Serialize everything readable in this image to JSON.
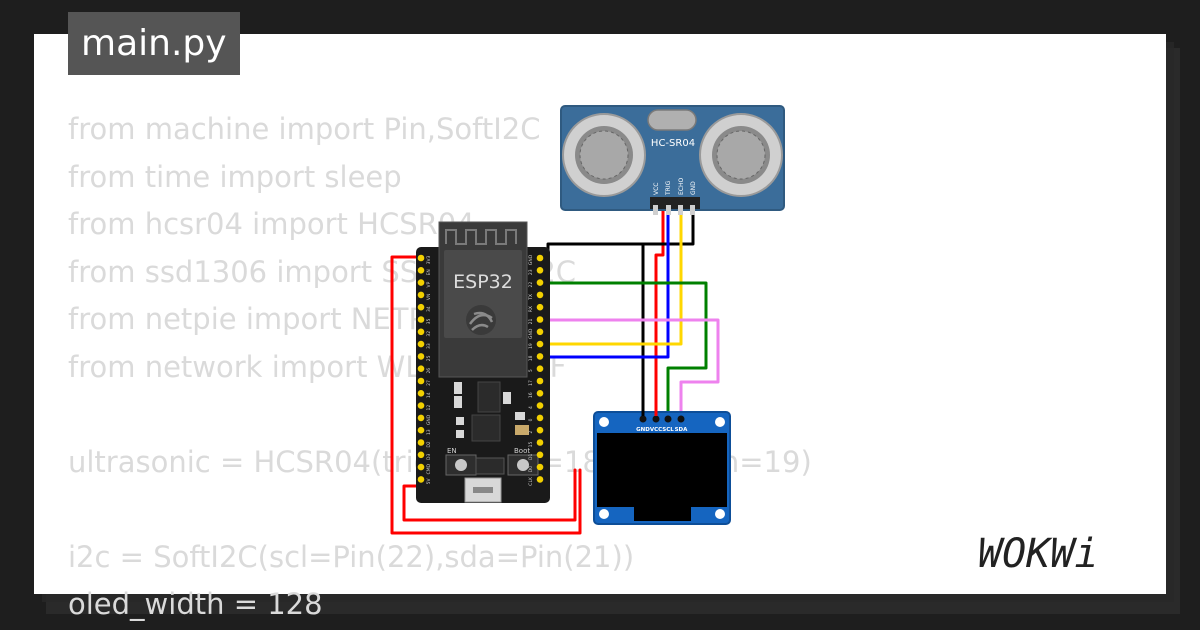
{
  "file_tab": {
    "label": "main.py"
  },
  "code": {
    "lines": [
      "from machine import Pin,SoftI2C",
      "from time import sleep",
      "from hcsr04 import HCSR04",
      "from ssd1306 import SSD1306_I2C",
      "from netpie import NETPIE",
      "from network import WLAN,STA_IF",
      "",
      "ultrasonic = HCSR04(trigger_pin=18,echo_pin=19)",
      "",
      "i2c = SoftI2C(scl=Pin(22),sda=Pin(21))",
      "oled_width = 128"
    ]
  },
  "esp32": {
    "label": "ESP32",
    "en_label": "EN",
    "boot_label": "Boot",
    "left_pins": [
      "3V3",
      "EN",
      "VP",
      "VN",
      "34",
      "35",
      "32",
      "33",
      "25",
      "26",
      "27",
      "14",
      "12",
      "GND",
      "13",
      "D2",
      "D3",
      "CMD",
      "5V"
    ],
    "right_pins": [
      "GND",
      "23",
      "22",
      "TX",
      "RX",
      "21",
      "GND",
      "19",
      "18",
      "5",
      "17",
      "16",
      "4",
      "0",
      "2",
      "15",
      "D1",
      "D0",
      "CLK"
    ]
  },
  "hcsr04": {
    "label": "HC-SR04",
    "pins": [
      "VCC",
      "TRIG",
      "ECHO",
      "GND"
    ]
  },
  "oled": {
    "pins": [
      "GND",
      "VCC",
      "SCL",
      "SDA"
    ]
  },
  "brand": {
    "logo_text": "WOKWi"
  },
  "colors": {
    "wire_red": "#ff0000",
    "wire_black": "#000000",
    "wire_blue": "#0000ff",
    "wire_yellow": "#ffd700",
    "wire_green": "#008000",
    "wire_pink": "#ee82ee",
    "sensor_blue": "#3b6d9a",
    "oled_blue": "#1565c0",
    "board_black": "#1a1a1a",
    "pin_yellow": "#f2d000"
  },
  "icons": [
    "wifi-antenna-icon",
    "espressif-logo-icon",
    "micro-usb-icon"
  ]
}
